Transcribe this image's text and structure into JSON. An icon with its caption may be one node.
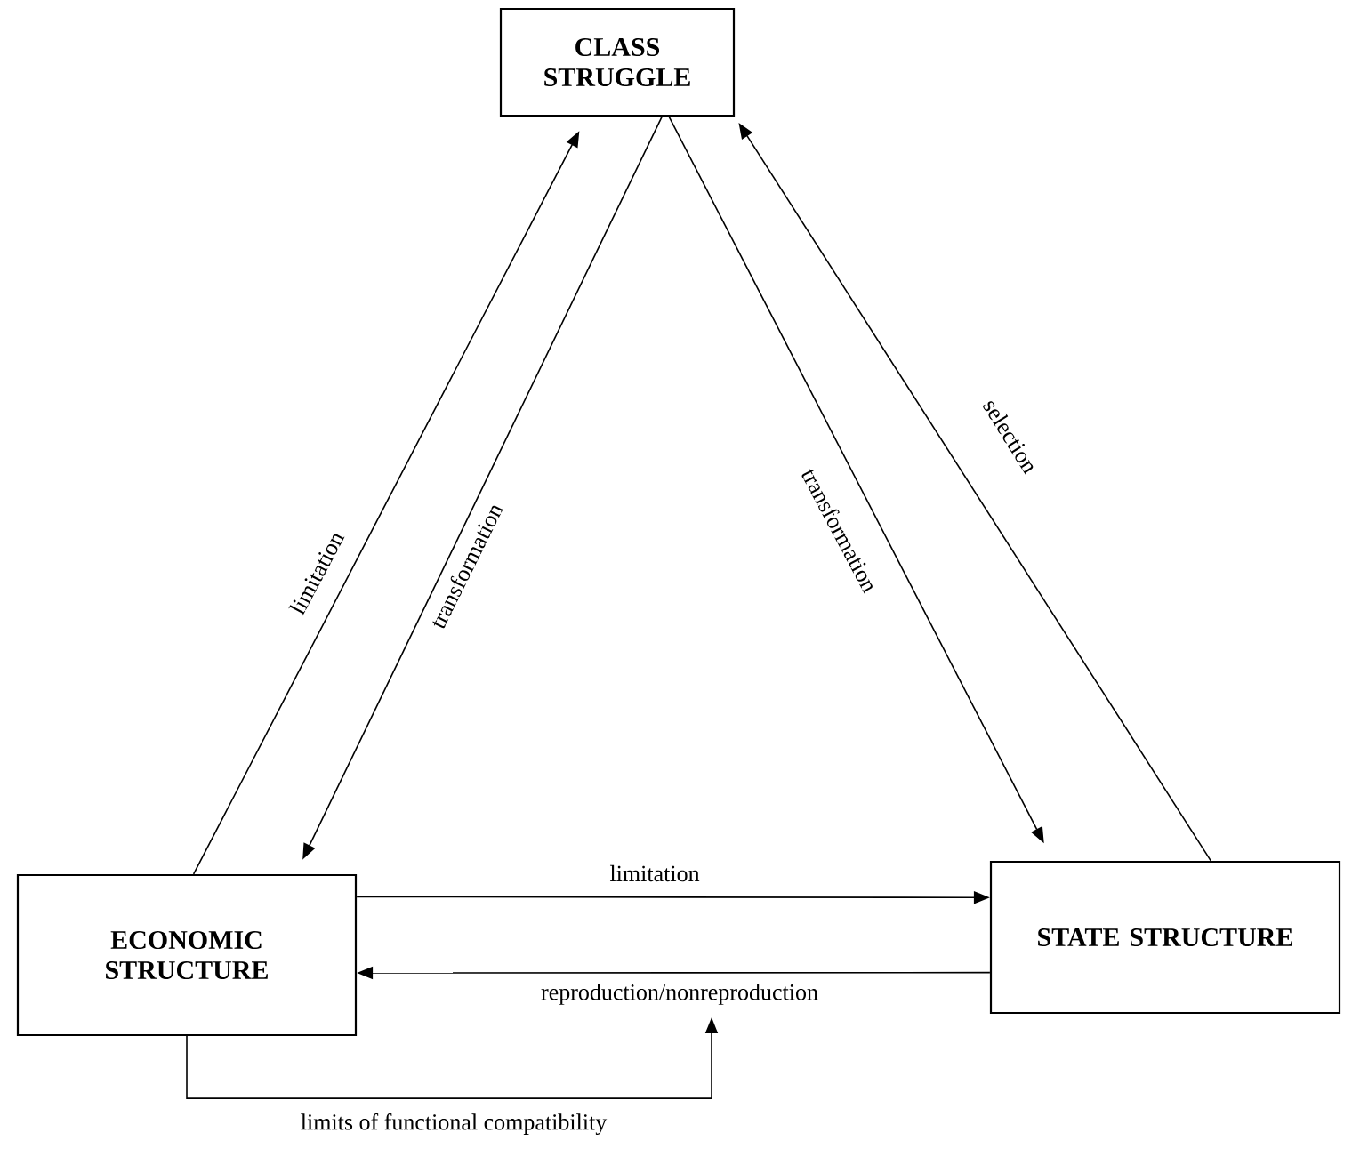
{
  "diagram": {
    "nodes": [
      {
        "text": [
          "CLASS STRUGGLE"
        ]
      },
      {
        "text": [
          "ECONOMIC STRUCTURE"
        ]
      },
      {
        "text": [
          "STATE STRUCTURE"
        ]
      }
    ],
    "edges": [
      {
        "from": 1,
        "to": 0,
        "arrow": "to",
        "label": "limitation"
      },
      {
        "from": 0,
        "to": 1,
        "arrow": "to",
        "label": "transformation"
      },
      {
        "from": 0,
        "to": 2,
        "arrow": "to",
        "label": "transformation"
      },
      {
        "from": 2,
        "to": 0,
        "arrow": "to",
        "label": "selection"
      },
      {
        "from": 1,
        "to": 2,
        "arrow": "to",
        "label": "limitation"
      },
      {
        "from": 2,
        "to": 1,
        "arrow": "to",
        "label": "reproduction/nonreproduction"
      },
      {
        "from": 1,
        "to": null,
        "arrow": "to",
        "label": "limits of functional compatibility"
      }
    ]
  }
}
